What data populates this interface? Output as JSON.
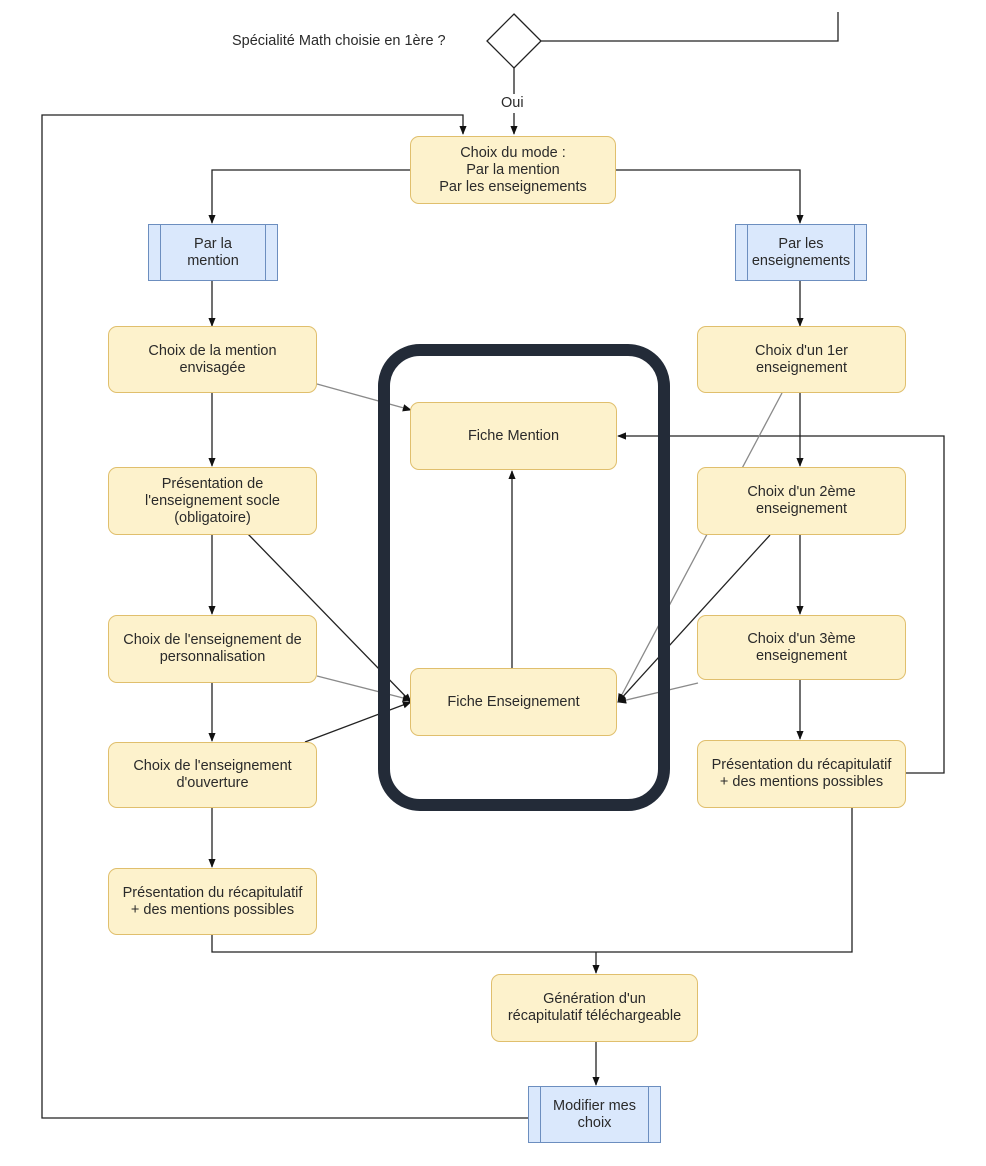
{
  "decision": {
    "question": "Spécialité Math choisie en 1ère ?",
    "yes_label": "Oui"
  },
  "nodes": {
    "choix_mode": "Choix du mode :\nPar la mention\nPar les enseignements",
    "par_mention": "Par la\nmention",
    "par_enseignements": "Par  les\nenseignements",
    "choix_mention": "Choix de la mention\nenvisagée",
    "presentation_socle": "Présentation de\nl'enseignement socle\n(obligatoire)",
    "choix_personnalisation": "Choix de l'enseignement de\npersonnalisation",
    "choix_ouverture": "Choix de l'enseignement\nd'ouverture",
    "recap_gauche": "Présentation du récapitulatif\n+ des mentions possibles",
    "fiche_mention": "Fiche Mention",
    "fiche_enseignement": "Fiche Enseignement",
    "choix_1er": "Choix d'un 1er\nenseignement",
    "choix_2eme": "Choix d'un 2ème\nenseignement",
    "choix_3eme": "Choix d'un 3ème\nenseignement",
    "recap_droite": "Présentation du récapitulatif\n+ des mentions possibles",
    "generation": "Génération d'un\nrécapitulatif téléchargeable",
    "modifier": "Modifier mes\nchoix"
  },
  "colors": {
    "process_fill": "#fdf2cc",
    "process_border": "#e0bf6d",
    "sub_fill": "#dae8fc",
    "sub_border": "#6c8ebf",
    "highlight": "#232b38",
    "line": "#222222",
    "line_light": "#8a8a8a"
  }
}
